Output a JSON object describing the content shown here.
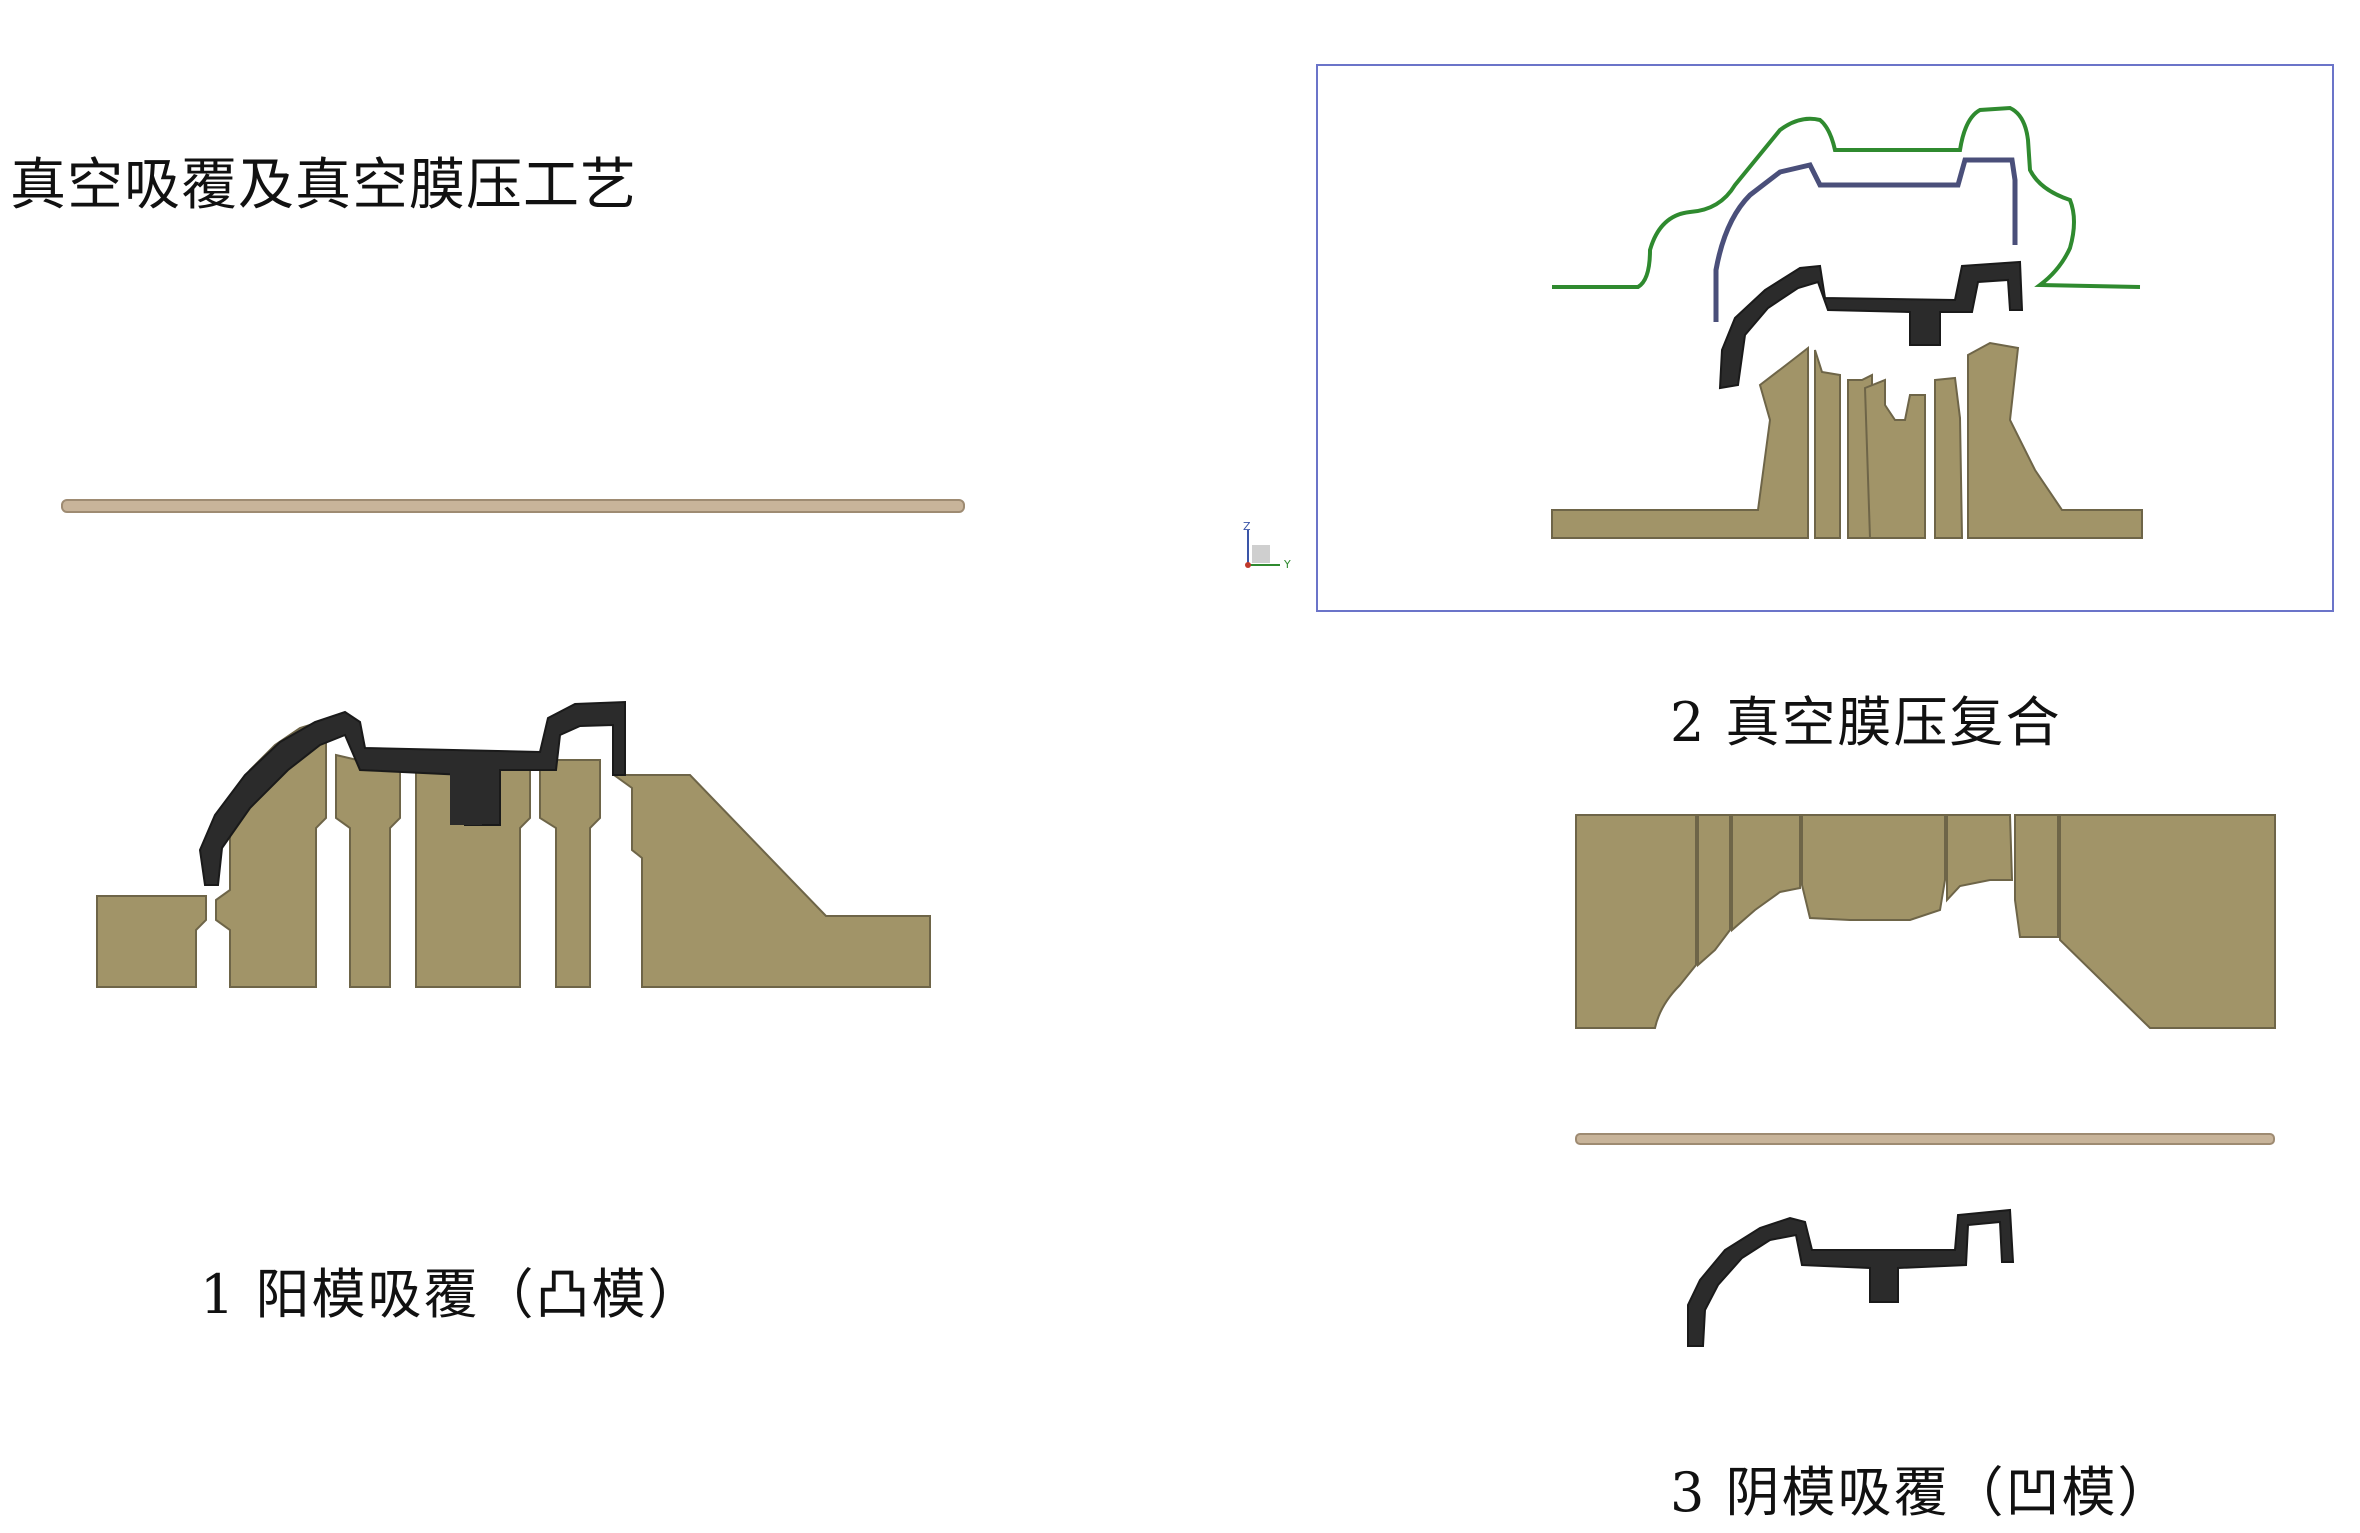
{
  "title": "真空吸覆及真空膜压工艺",
  "captions": {
    "step1": "1  阳模吸覆（凸模）",
    "step2": "2  真空膜压复合",
    "step3": "3  阴模吸覆（凹模）"
  },
  "axis_triad": {
    "z": "Z",
    "y": "Y"
  },
  "colors": {
    "mold": "#a19468",
    "part": "#2b2b2b",
    "sheet": "#c8b49a",
    "film_outer": "#2f8a2f",
    "film_inner": "#4a4f7a",
    "frame": "#6b74c9"
  }
}
